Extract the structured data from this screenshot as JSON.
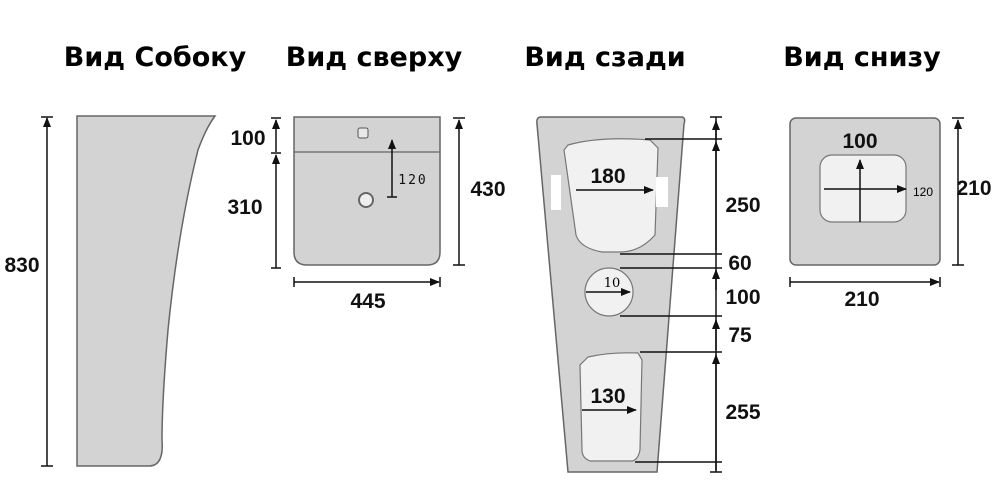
{
  "views": {
    "side": {
      "title": "Вид Собоку",
      "height": "830"
    },
    "top": {
      "title": "Вид сверху",
      "front_depth": "100",
      "rear_depth": "310",
      "total_depth": "430",
      "width": "445",
      "drain_offset": "120"
    },
    "back": {
      "title": "Вид сзади",
      "upper_opening_width": "180",
      "upper_opening_height": "250",
      "gap_upper": "60",
      "pipe_hole_diameter": "10",
      "pipe_hole_height": "100",
      "gap_lower": "75",
      "lower_opening_width": "130",
      "lower_opening_height": "255"
    },
    "bottom": {
      "title": "Вид снизу",
      "opening_width": "100",
      "opening_depth": "120",
      "depth": "210",
      "width": "210"
    }
  },
  "colors": {
    "body": "#d3d3d3",
    "opening": "#f1f1f1",
    "line": "#111111"
  }
}
